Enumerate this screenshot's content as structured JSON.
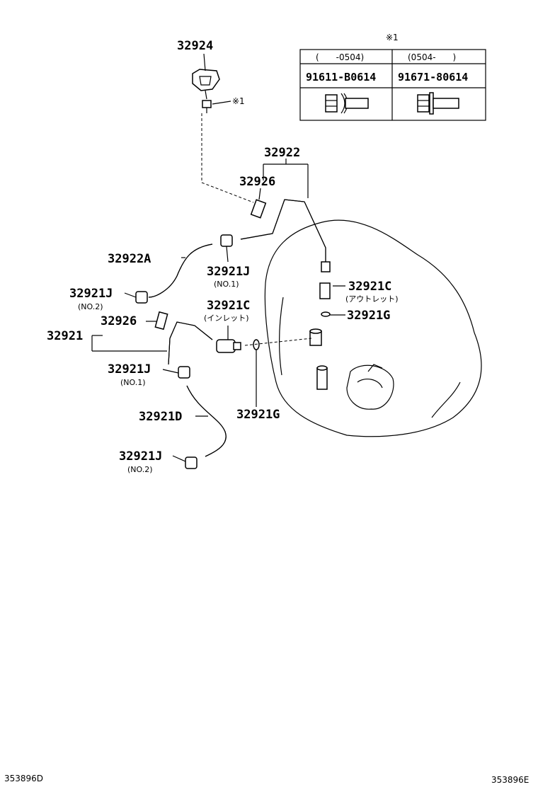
{
  "diagram": {
    "callouts": {
      "p32924": "32924",
      "note_ref": "※1",
      "p32922": "32922",
      "p32926_top": "32926",
      "p32922A": "32922A",
      "p32921J_a": "32921J",
      "p32921J_a_sub": "(NO.1)",
      "p32921J_b": "32921J",
      "p32921J_b_sub": "(NO.2)",
      "p32921C_in": "32921C",
      "p32921C_in_sub": "(インレット)",
      "p32921C_out": "32921C",
      "p32921C_out_sub": "(アウトレット)",
      "p32921G_top": "32921G",
      "p32921": "32921",
      "p32926_mid": "32926",
      "p32921J_c": "32921J",
      "p32921J_c_sub": "(NO.1)",
      "p32921G_bottom": "32921G",
      "p32921D": "32921D",
      "p32921J_d": "32921J",
      "p32921J_d_sub": "(NO.2)"
    },
    "bolt_table": {
      "note_mark": "※1",
      "col1_header": "(　　-0504)",
      "col2_header": "(0504-　　)",
      "col1_part": "91611-B0614",
      "col2_part": "91671-80614"
    },
    "footer": {
      "left_code": "353896D",
      "right_code": "353896E"
    }
  }
}
